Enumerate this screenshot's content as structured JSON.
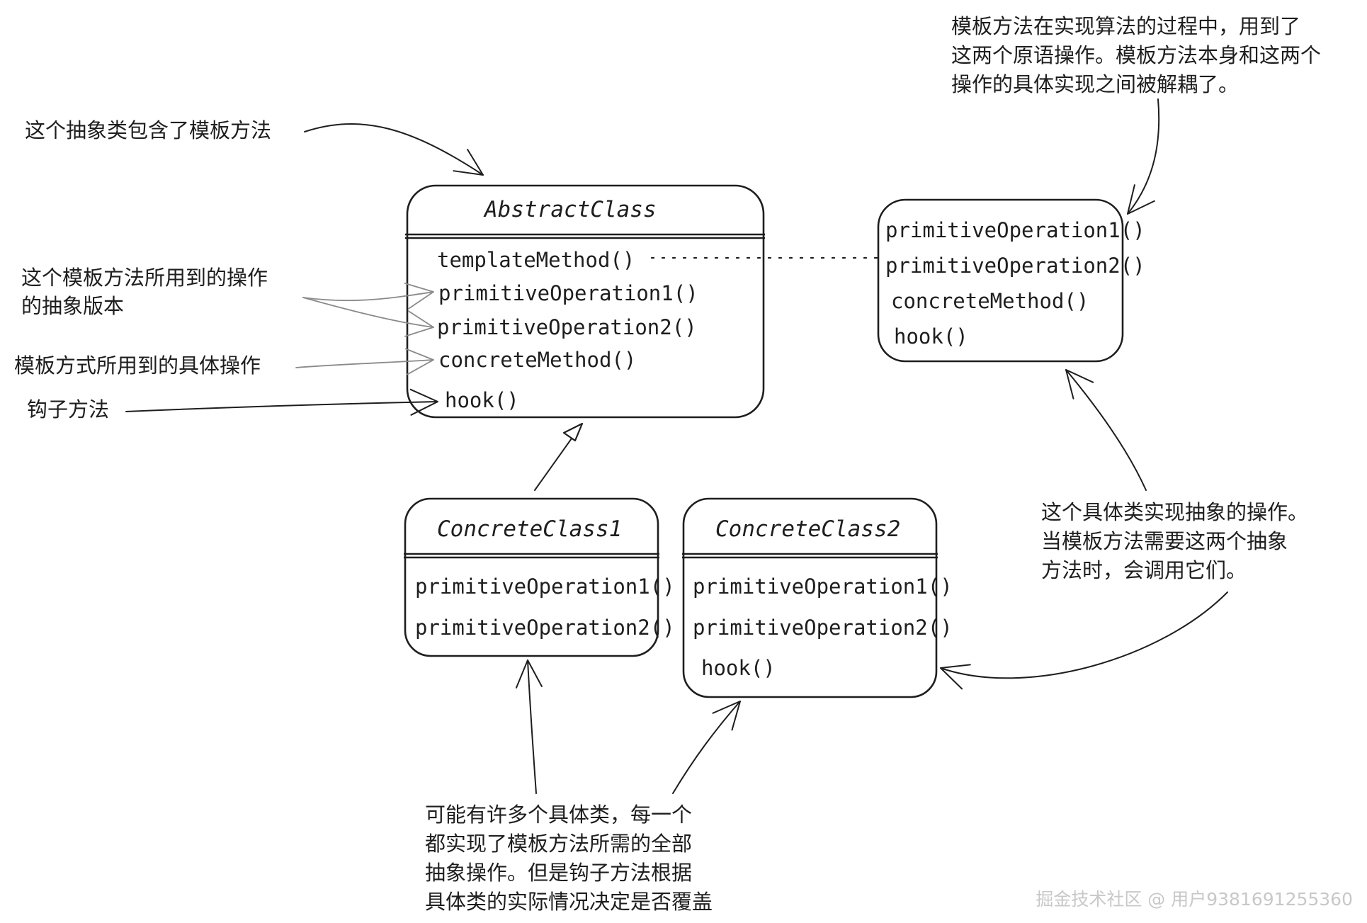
{
  "classes": {
    "abstract": {
      "title": "AbstractClass",
      "methods": [
        "templateMethod()",
        "primitiveOperation1()",
        "primitiveOperation2()",
        "concreteMethod()",
        "hook()"
      ]
    },
    "concrete1": {
      "title": "ConcreteClass1",
      "methods": [
        "primitiveOperation1()",
        "primitiveOperation2()"
      ]
    },
    "concrete2": {
      "title": "ConcreteClass2",
      "methods": [
        "primitiveOperation1()",
        "primitiveOperation2()",
        "hook()"
      ]
    },
    "primitives": {
      "methods": [
        "primitiveOperation1()",
        "primitiveOperation2()",
        "concreteMethod()",
        "hook()"
      ]
    }
  },
  "notes": {
    "abstract_class": [
      "这个抽象类包含了模板方法"
    ],
    "abstract_ops": [
      "这个模板方法所用到的操作",
      "的抽象版本"
    ],
    "concrete_ops": [
      "模板方式所用到的具体操作"
    ],
    "hook": [
      "钩子方法"
    ],
    "decoupled": [
      "模板方法在实现算法的过程中，用到了",
      "这两个原语操作。模板方法本身和这两个",
      "操作的具体实现之间被解耦了。"
    ],
    "concrete_impl": [
      "这个具体类实现抽象的操作。",
      "当模板方法需要这两个抽象",
      "方法时，会调用它们。"
    ],
    "many_concrete": [
      "可能有许多个具体类，每一个",
      "都实现了模板方法所需的全部",
      "抽象操作。但是钩子方法根据",
      "具体类的实际情况决定是否覆盖"
    ]
  },
  "watermark": "掘金技术社区 @ 用户9381691255360",
  "colors": {
    "ink": "#1e1e1e",
    "light_arrow": "#8a8a8a",
    "watermark": "#c8c8c8",
    "background": "#ffffff"
  }
}
